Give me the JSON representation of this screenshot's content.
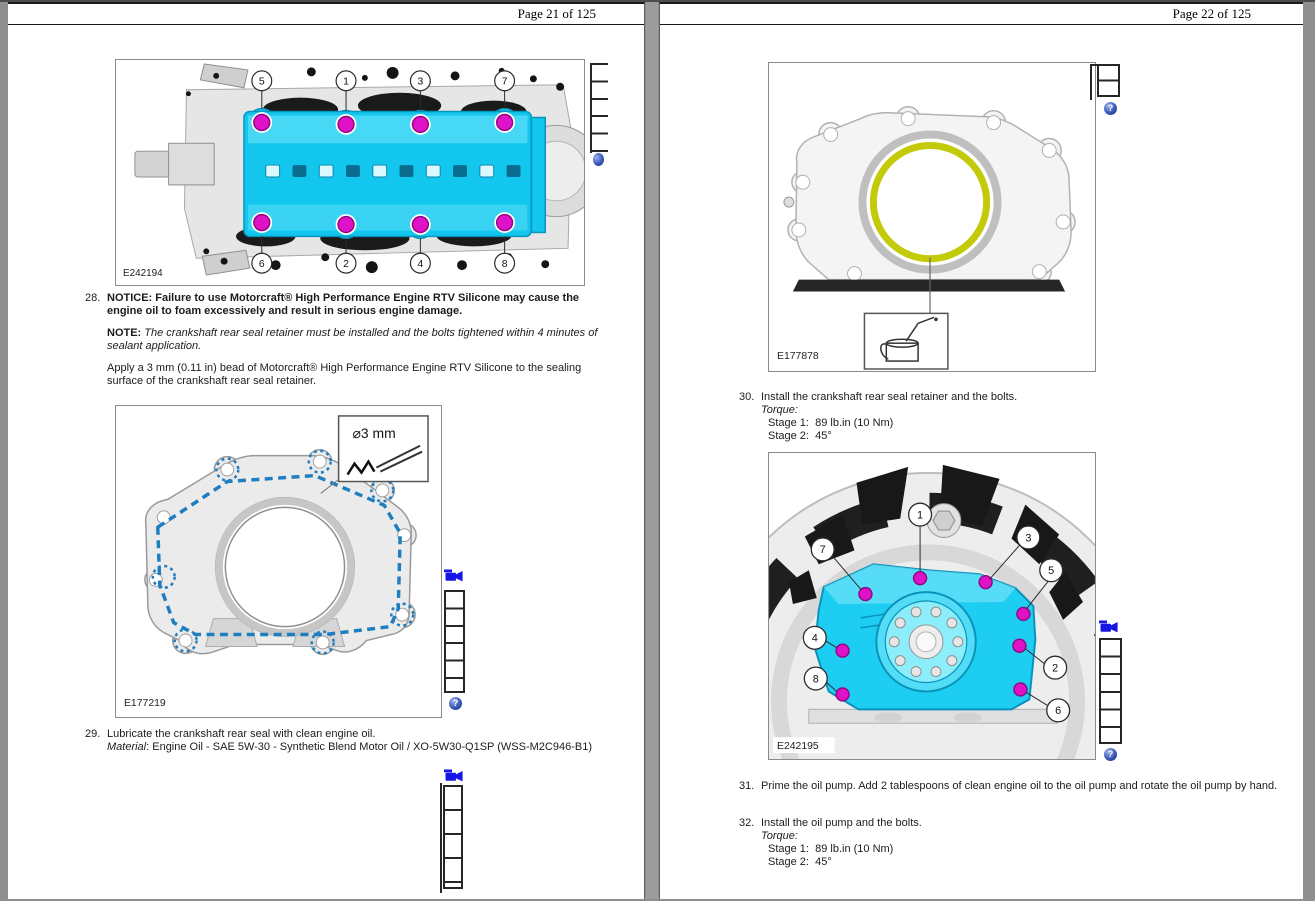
{
  "ui": {
    "help_glyph": "?"
  },
  "colors": {
    "highlight_cyan": "#12c6ee",
    "bolt_magenta": "#df12c8",
    "seal_yellow": "#c3ca08",
    "bead_blue": "#1e7ec0",
    "video_icon_blue": "#1616e6",
    "help_icon_blue": "#3a57b8"
  },
  "left_page": {
    "header": "Page 21 of 125",
    "figure_block": {
      "label": "E242194",
      "callouts_top": [
        "5",
        "1",
        "3",
        "7"
      ],
      "callouts_bottom": [
        "6",
        "2",
        "4",
        "8"
      ]
    },
    "item_28": {
      "num": "28.",
      "notice_text": "NOTICE: Failure to use Motorcraft® High Performance Engine RTV Silicone may cause the engine oil to foam excessively and result in serious engine damage.",
      "note_label": "NOTE:",
      "note_text": " The crankshaft rear seal retainer must be installed and the bolts tightened within 4 minutes of sealant application.",
      "apply_text": "Apply a 3 mm (0.11 in) bead of Motorcraft® High Performance Engine RTV Silicone to the sealing surface of the crankshaft rear seal retainer."
    },
    "figure_retainer": {
      "label": "E177219",
      "inset_text": "⌀3 mm"
    },
    "item_29": {
      "num": "29.",
      "line1": "Lubricate the crankshaft rear seal with clean engine oil.",
      "material_label": "Material",
      "material_text": ": Engine Oil - SAE 5W-30 - Synthetic Blend Motor Oil / XO-5W30-Q1SP (WSS-M2C946-B1)"
    }
  },
  "right_page": {
    "header": "Page 22 of 125",
    "figure_seal": {
      "label": "E177878"
    },
    "item_30": {
      "num": "30.",
      "line1": "Install the crankshaft rear seal retainer and the bolts.",
      "torque_label": "Torque:",
      "stage1": "Stage 1:  89 lb.in (10 Nm)",
      "stage2": "Stage 2:  45°"
    },
    "figure_pump": {
      "label": "E242195",
      "callouts": [
        "1",
        "3",
        "5",
        "7",
        "4",
        "8",
        "2",
        "6"
      ]
    },
    "item_31": {
      "num": "31.",
      "text": "Prime the oil pump. Add 2 tablespoons of clean engine oil to the oil pump and rotate the oil pump by hand."
    },
    "item_32": {
      "num": "32.",
      "line1": "Install the oil pump and the bolts.",
      "torque_label": "Torque:",
      "stage1": "Stage 1:  89 lb.in (10 Nm)",
      "stage2": "Stage 2:  45°"
    }
  }
}
